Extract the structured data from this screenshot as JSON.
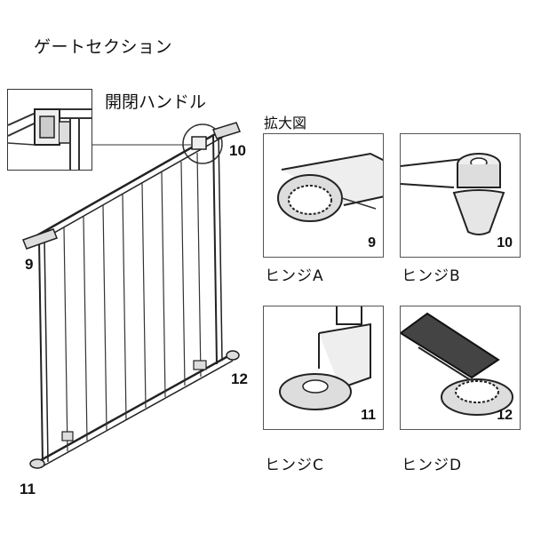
{
  "title": "ゲートセクション",
  "handle_label": "開閉ハンドル",
  "zoom_label": "拡大図",
  "gate_callouts": {
    "c9": "9",
    "c10": "10",
    "c11": "11",
    "c12": "12"
  },
  "hinges": [
    {
      "number": "9",
      "caption": "ヒンジA"
    },
    {
      "number": "10",
      "caption": "ヒンジB"
    },
    {
      "number": "11",
      "caption": "ヒンジC"
    },
    {
      "number": "12",
      "caption": "ヒンジD"
    }
  ]
}
